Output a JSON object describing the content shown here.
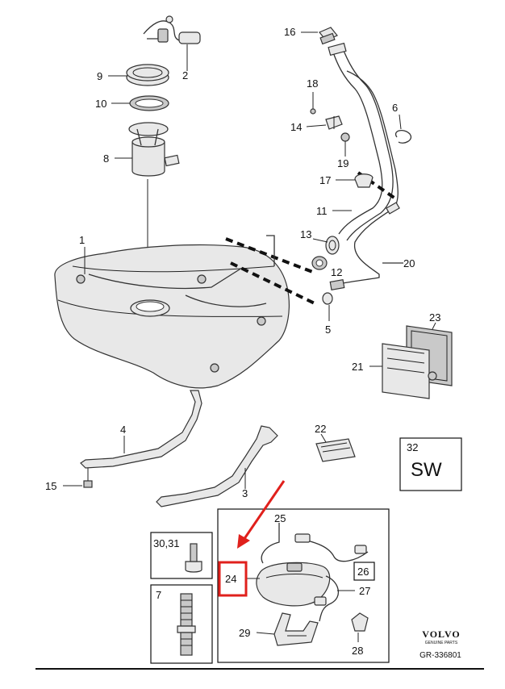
{
  "callouts": {
    "c1": "1",
    "c2": "2",
    "c3": "3",
    "c4": "4",
    "c5": "5",
    "c6": "6",
    "c7": "7",
    "c8": "8",
    "c9": "9",
    "c10": "10",
    "c11": "11",
    "c12": "12",
    "c13": "13",
    "c14": "14",
    "c15": "15",
    "c16": "16",
    "c17": "17",
    "c18": "18",
    "c19": "19",
    "c20": "20",
    "c21": "21",
    "c22": "22",
    "c23": "23",
    "c24": "24",
    "c25": "25",
    "c26": "26",
    "c27": "27",
    "c28": "28",
    "c29": "29",
    "c3031": "30,31",
    "c32": "32"
  },
  "sw_label": "SW",
  "brand": {
    "name": "VOLVO",
    "tagline": "GENUINE PARTS"
  },
  "reference": "GR-336801",
  "colors": {
    "highlight": "#e0201c",
    "ink": "#111111"
  }
}
